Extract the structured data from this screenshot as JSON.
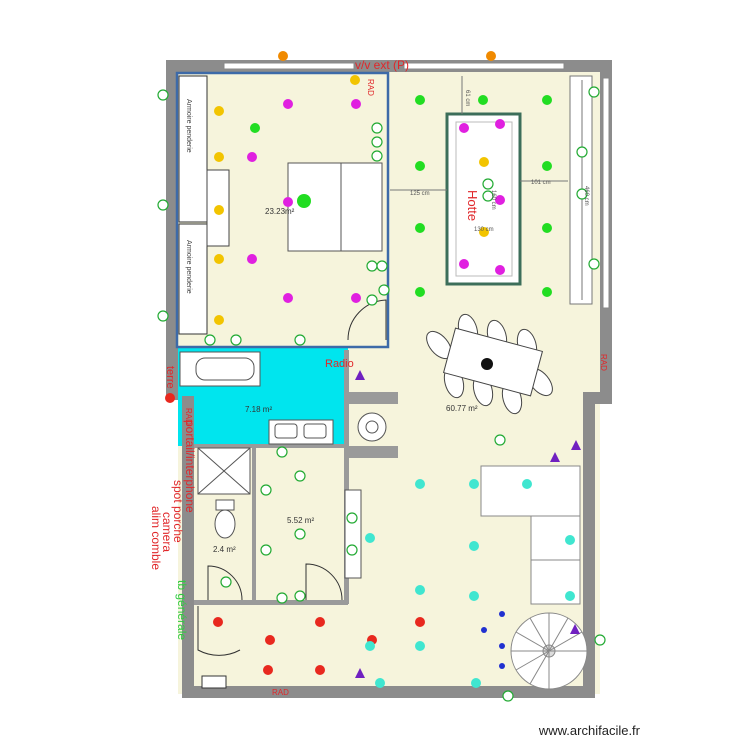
{
  "labels": {
    "vv_ext": "v/v ext (P)",
    "hotte": "Hotte",
    "radio": "Radio",
    "terre": "terre",
    "rad": "RAD",
    "portal": "portail/interphone",
    "spot": "spot porche",
    "camera": "camera",
    "alim": "alim comble",
    "tb": "tb générale"
  },
  "areas": {
    "bedroom": "23.23m²",
    "living": "60.77 m²",
    "bathroom": "7.18 m²",
    "shower": "2.4 m²",
    "laundry": "5.52 m²"
  },
  "dimensions": {
    "d1": "125 cm",
    "d2": "101 cm",
    "d3": "61 cm",
    "d4": "160 cm",
    "d5": "130 cm",
    "d6": "460 cm"
  },
  "wardrobe_text": "Armoire penderie",
  "watermark": "www.archifacile.fr",
  "colors": {
    "wall": "#8c8c8c",
    "floor": "#f6f4dc",
    "bath": "#00e5ee",
    "bedroom_border": "#3d6aa8",
    "island_border": "#3c6e5a",
    "red_text": "#e0272a",
    "green_text": "#2ecc40",
    "socket_green": "#22dd22",
    "socket_yellow": "#f2c400",
    "socket_magenta": "#e020e0",
    "socket_red": "#e8281e",
    "socket_cyan": "#40e6d0",
    "socket_orange": "#f08a00",
    "socket_blue": "#2030d0",
    "triangle": "#7020c0"
  }
}
